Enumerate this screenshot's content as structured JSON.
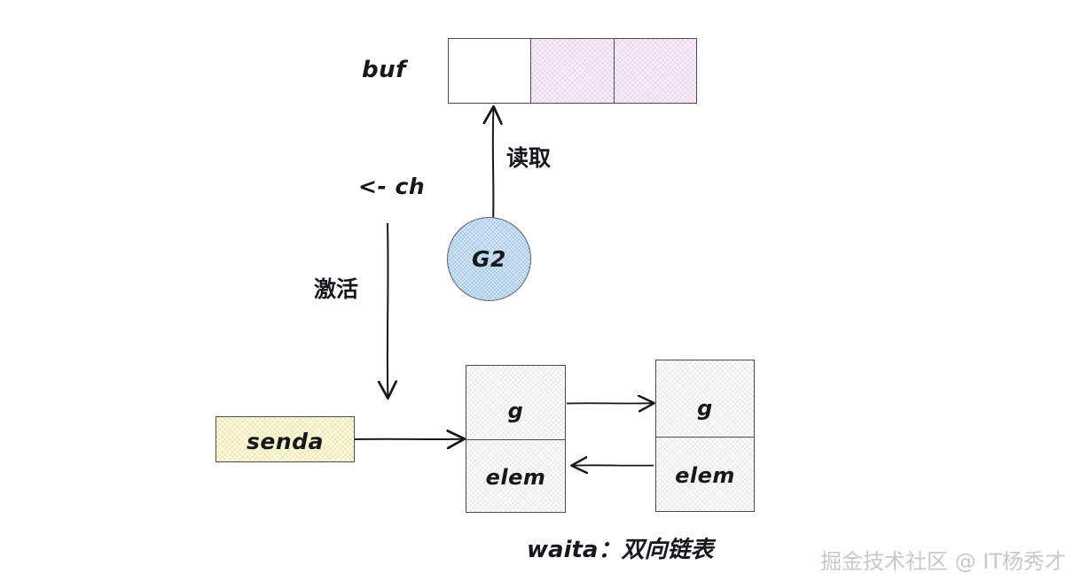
{
  "diagram": {
    "title_caption": "waita：双向链表",
    "watermark": "掘金技术社区 @ IT杨秀才",
    "buf": {
      "label": "buf",
      "cells": [
        {
          "name": "buf-cell-0",
          "state": "empty",
          "fill": "#ffffff"
        },
        {
          "name": "buf-cell-1",
          "state": "filled",
          "fill": "#f7eef8"
        },
        {
          "name": "buf-cell-2",
          "state": "filled",
          "fill": "#f7eef8"
        }
      ]
    },
    "goroutine": {
      "label": "G2",
      "fill": "#dbeaf7"
    },
    "edges": {
      "read_label": "读取",
      "chan_recv_label": "<- ch",
      "activate_label": "激活"
    },
    "sudog_source": {
      "label": "senda",
      "fill": "#fcfbe3"
    },
    "waitq_nodes": [
      {
        "name": "waitq-node-left",
        "fields": [
          {
            "key": "g",
            "label": "g"
          },
          {
            "key": "elem",
            "label": "elem"
          }
        ]
      },
      {
        "name": "waitq-node-right",
        "fields": [
          {
            "key": "g",
            "label": "g"
          },
          {
            "key": "elem",
            "label": "elem"
          }
        ]
      }
    ],
    "colors": {
      "stroke": "#4a4a52",
      "arrow": "#16181c",
      "text": "#16181c",
      "watermark": "#c9c9c9"
    }
  }
}
